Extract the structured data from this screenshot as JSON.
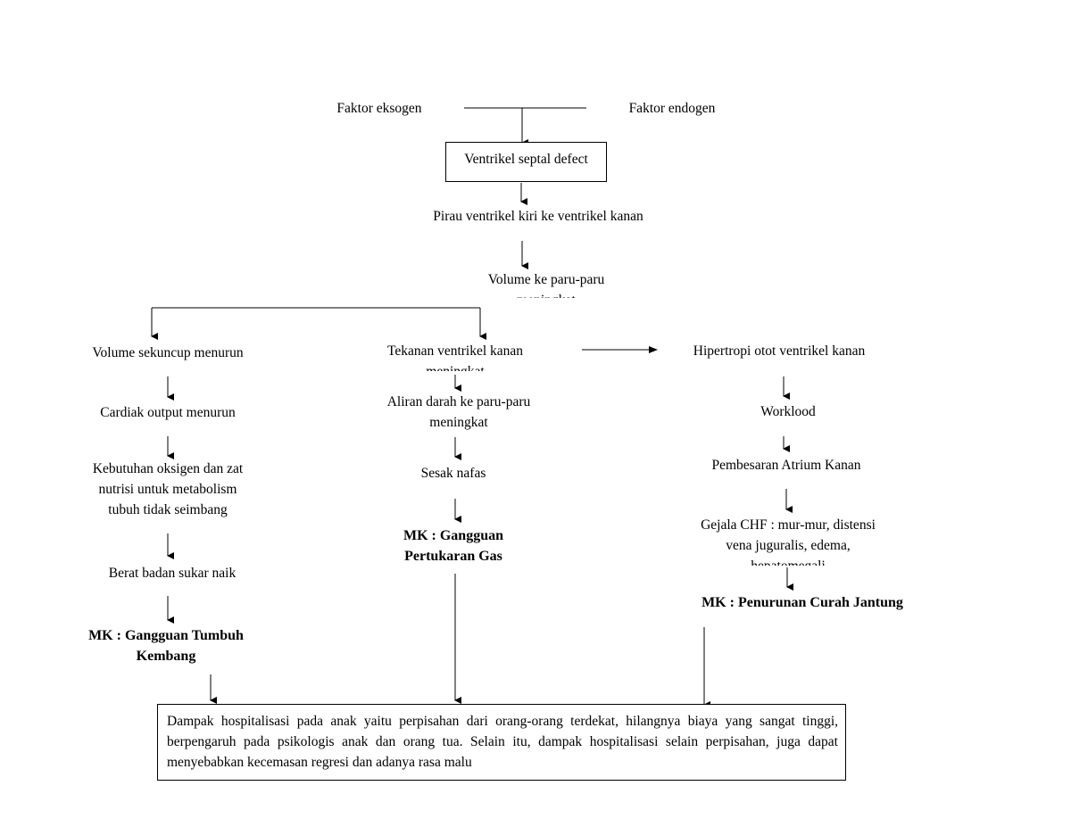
{
  "top": {
    "left_factor": "Faktor eksogen",
    "right_factor": "Faktor endogen"
  },
  "spine": {
    "vsd": "Ventrikel septal defect",
    "shunt": "Pirau ventrikel kiri ke ventrikel kanan",
    "lung_volume": "Volume ke paru-paru meningkat"
  },
  "left_branch": {
    "step1": "Volume sekuncup menurun",
    "step2": "Cardiak output menurun",
    "step3_line1": "Kebutuhan oksigen dan zat",
    "step3_line2": "nutrisi untuk metabolism",
    "step3_line3": "tubuh tidak seimbang",
    "step4": "Berat badan sukar naik",
    "dx_line1": "MK : Gangguan Tumbuh",
    "dx_line2": "Kembang"
  },
  "middle_branch": {
    "step1": "Tekanan ventrikel kanan meningkat",
    "step2_line1": "Aliran darah ke paru-paru",
    "step2_line2": "meningkat",
    "step3": "Sesak nafas",
    "dx_line1": "MK : Gangguan",
    "dx_line2": "Pertukaran Gas"
  },
  "right_branch": {
    "step1": "Hipertropi otot ventrikel kanan",
    "step2": "Worklood",
    "step3": "Pembesaran Atrium Kanan",
    "step4_line1": "Gejala CHF : mur-mur, distensi",
    "step4_line2": "vena juguralis, edema,",
    "step4_line3": "hepatomegali",
    "dx": "MK : Penurunan Curah Jantung"
  },
  "bottom_box": {
    "text": "Dampak hospitalisasi pada anak yaitu perpisahan dari orang-orang terdekat, hilangnya biaya yang sangat tinggi, berpengaruh pada psikologis anak dan orang tua. Selain itu, dampak hospitalisasi selain perpisahan, juga dapat menyebabkan kecemasan regresi dan adanya rasa malu"
  }
}
